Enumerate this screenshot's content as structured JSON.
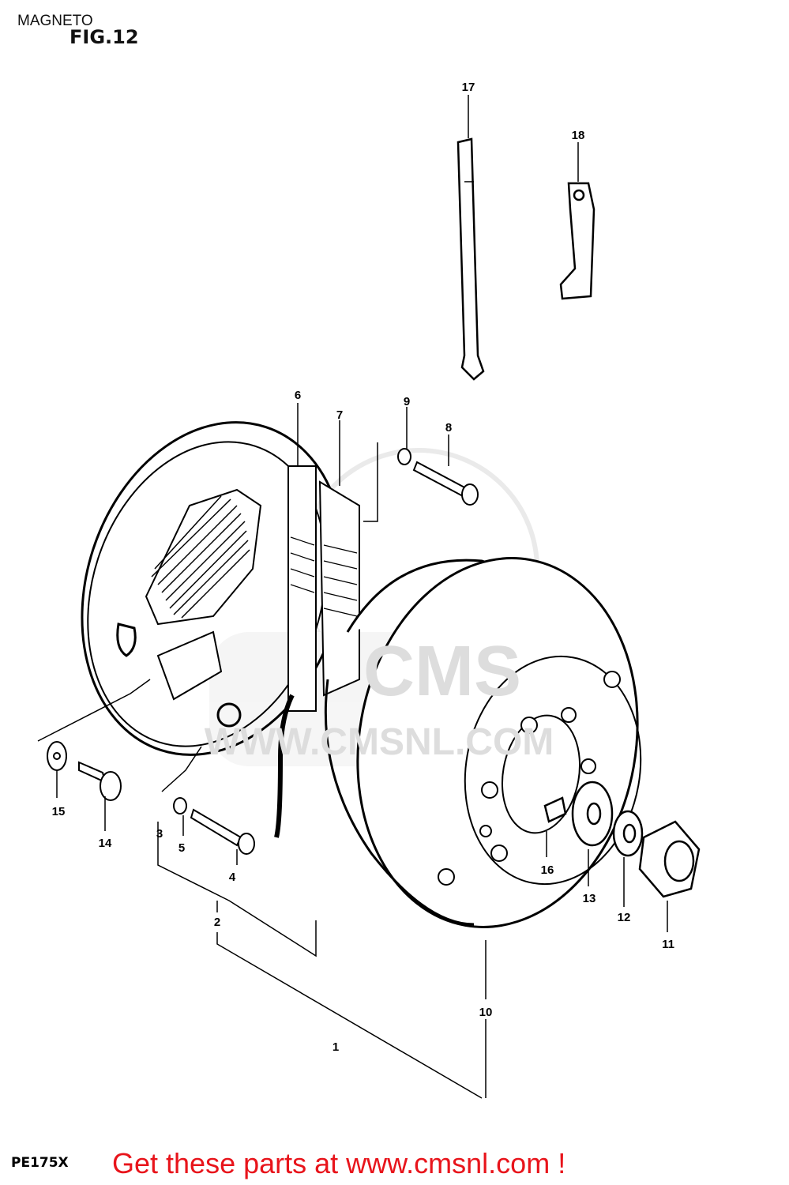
{
  "header": {
    "title": "MAGNETO",
    "figure": "FIG.12"
  },
  "model_code": "PE175X",
  "footer": {
    "text": "Get these parts at www.cmsnl.com !",
    "color": "#e8141b"
  },
  "watermark": {
    "text": "WWW.CMSNL.COM",
    "brand": "CMS"
  },
  "callouts": [
    "1",
    "2",
    "3",
    "4",
    "5",
    "6",
    "7",
    "8",
    "9",
    "10",
    "11",
    "12",
    "13",
    "14",
    "15",
    "16",
    "17",
    "18"
  ]
}
